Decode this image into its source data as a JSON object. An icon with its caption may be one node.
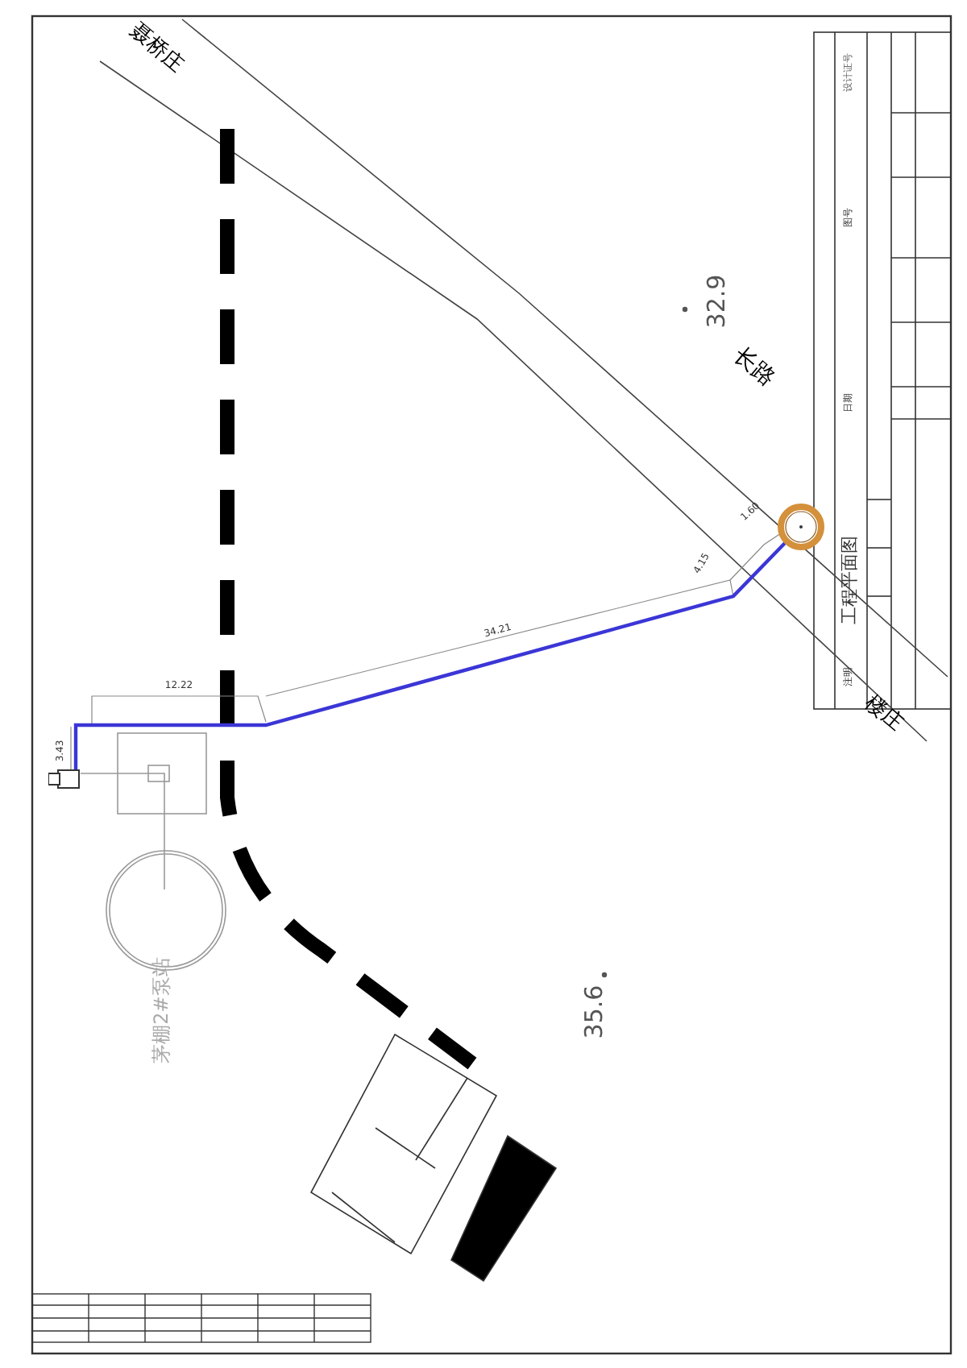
{
  "diagram": {
    "nodes": [
      {
        "text": [],
        "shape": "circle"
      },
      {
        "text": [],
        "shape": "box"
      }
    ],
    "edges": [
      {
        "from": 1,
        "to": 0,
        "arrow": "none"
      }
    ],
    "labels": [
      "聂桥庄",
      "长路",
      "32.9",
      "1.60",
      "4.15",
      "34.21",
      "12.22",
      "3.43",
      "楼庄",
      "35.6",
      "茅棚2#泵站",
      "设计证号",
      "图号",
      "日期",
      "工程平面图",
      "注明"
    ]
  }
}
